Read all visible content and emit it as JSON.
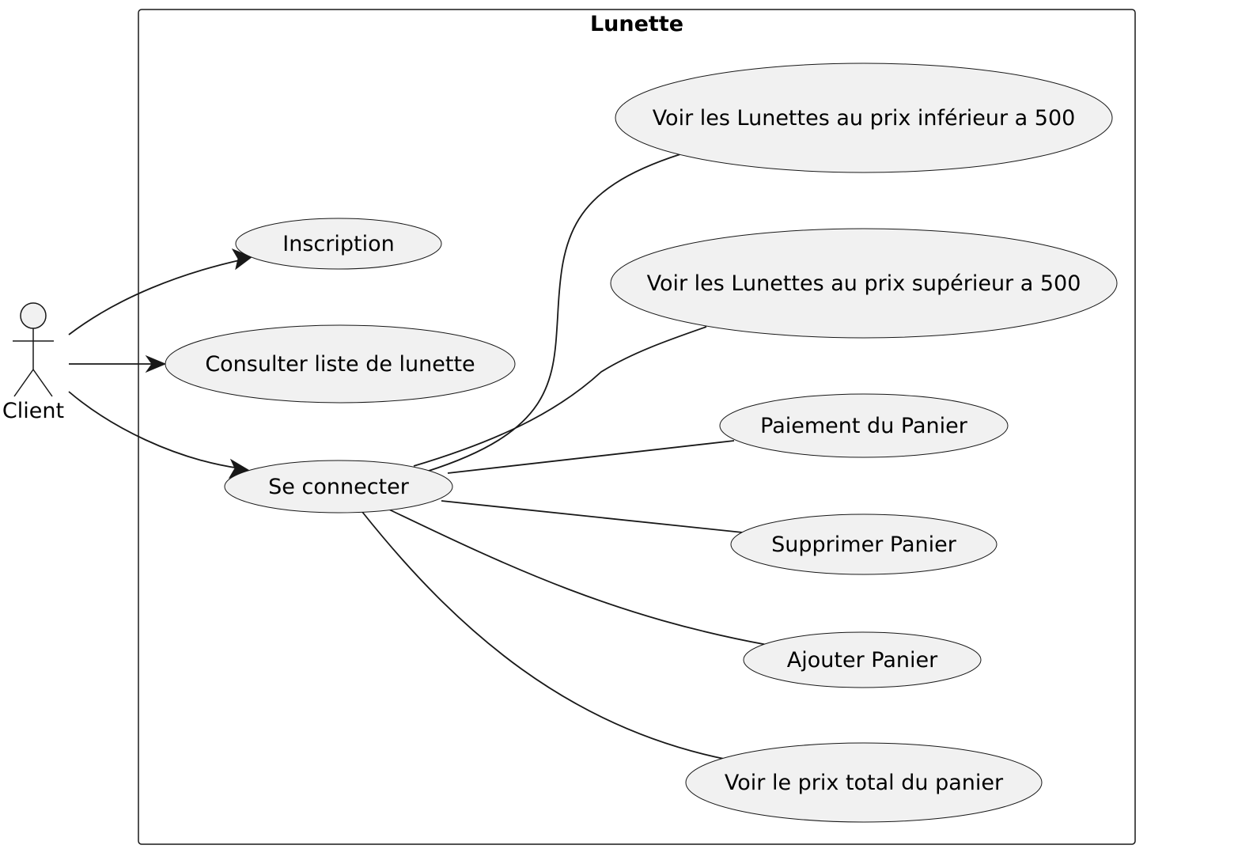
{
  "diagram": {
    "system_title": "Lunette",
    "actor": {
      "label": "Client"
    },
    "use_cases": [
      {
        "id": "inscription",
        "label": "Inscription"
      },
      {
        "id": "consulter",
        "label": "Consulter liste de lunette"
      },
      {
        "id": "connecter",
        "label": "Se connecter"
      },
      {
        "id": "inferieur",
        "label": "Voir les Lunettes au prix inférieur a 500"
      },
      {
        "id": "superieur",
        "label": "Voir les Lunettes au prix supérieur a 500"
      },
      {
        "id": "paiement",
        "label": "Paiement du Panier"
      },
      {
        "id": "supprimer",
        "label": "Supprimer Panier"
      },
      {
        "id": "ajouter",
        "label": "Ajouter Panier"
      },
      {
        "id": "total",
        "label": "Voir le prix total du panier"
      }
    ],
    "associations": [
      {
        "from": "Client",
        "to": "inscription",
        "directed": true
      },
      {
        "from": "Client",
        "to": "consulter",
        "directed": true
      },
      {
        "from": "Client",
        "to": "connecter",
        "directed": true
      },
      {
        "from": "connecter",
        "to": "inferieur",
        "directed": false
      },
      {
        "from": "connecter",
        "to": "superieur",
        "directed": false
      },
      {
        "from": "connecter",
        "to": "paiement",
        "directed": false
      },
      {
        "from": "connecter",
        "to": "supprimer",
        "directed": false
      },
      {
        "from": "connecter",
        "to": "ajouter",
        "directed": false
      },
      {
        "from": "connecter",
        "to": "total",
        "directed": false
      }
    ]
  }
}
